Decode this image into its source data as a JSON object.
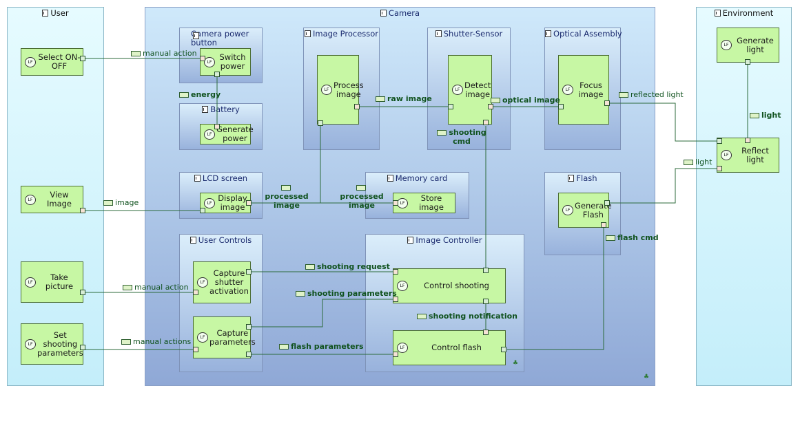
{
  "actors": {
    "user": {
      "title": "User",
      "functions": [
        "Select ON-OFF",
        "View Image",
        "Take picture",
        "Set shooting parameters"
      ]
    },
    "environment": {
      "title": "Environment",
      "functions": [
        "Generate light",
        "Reflect light"
      ]
    }
  },
  "camera": {
    "title": "Camera",
    "components": {
      "power_button": {
        "title": "Camera power button",
        "function": "Switch power"
      },
      "battery": {
        "title": "Battery",
        "function": "Generate power"
      },
      "image_processor": {
        "title": "Image Processor",
        "function": "Process image"
      },
      "shutter_sensor": {
        "title": "Shutter-Sensor",
        "function": "Detect image"
      },
      "optical_assembly": {
        "title": "Optical Assembly",
        "function": "Focus image"
      },
      "lcd": {
        "title": "LCD screen",
        "function": "Display image"
      },
      "memory_card": {
        "title": "Memory card",
        "function": "Store image"
      },
      "flash": {
        "title": "Flash",
        "function": "Generate Flash"
      },
      "user_controls": {
        "title": "User Controls",
        "functions": [
          "Capture shutter activation",
          "Capture parameters"
        ]
      },
      "image_controller": {
        "title": "Image Controller",
        "functions": [
          "Control shooting",
          "Control flash"
        ]
      }
    }
  },
  "exchanges": {
    "manual_action_1": "manual action",
    "energy": "energy",
    "raw_image": "raw image",
    "optical_image": "optical image",
    "reflected_light": "reflected light",
    "light_1": "light",
    "light_2": "light",
    "shooting_cmd": "shooting cmd",
    "image": "image",
    "processed_image_1": "processed image",
    "processed_image_2": "processed image",
    "flash_cmd": "flash cmd",
    "shooting_request": "shooting request",
    "manual_action_2": "manual action",
    "shooting_parameters": "shooting parameters",
    "shooting_notification": "shooting notification",
    "manual_actions": "manual actions",
    "flash_parameters": "flash parameters"
  },
  "function_badge": "LF",
  "colors": {
    "function_fill": "#c7f7a4",
    "link": "#2b6a3a",
    "label": "#10521e",
    "actor_fill": "#d8f6fd",
    "component_fill": "#b7cdef"
  }
}
